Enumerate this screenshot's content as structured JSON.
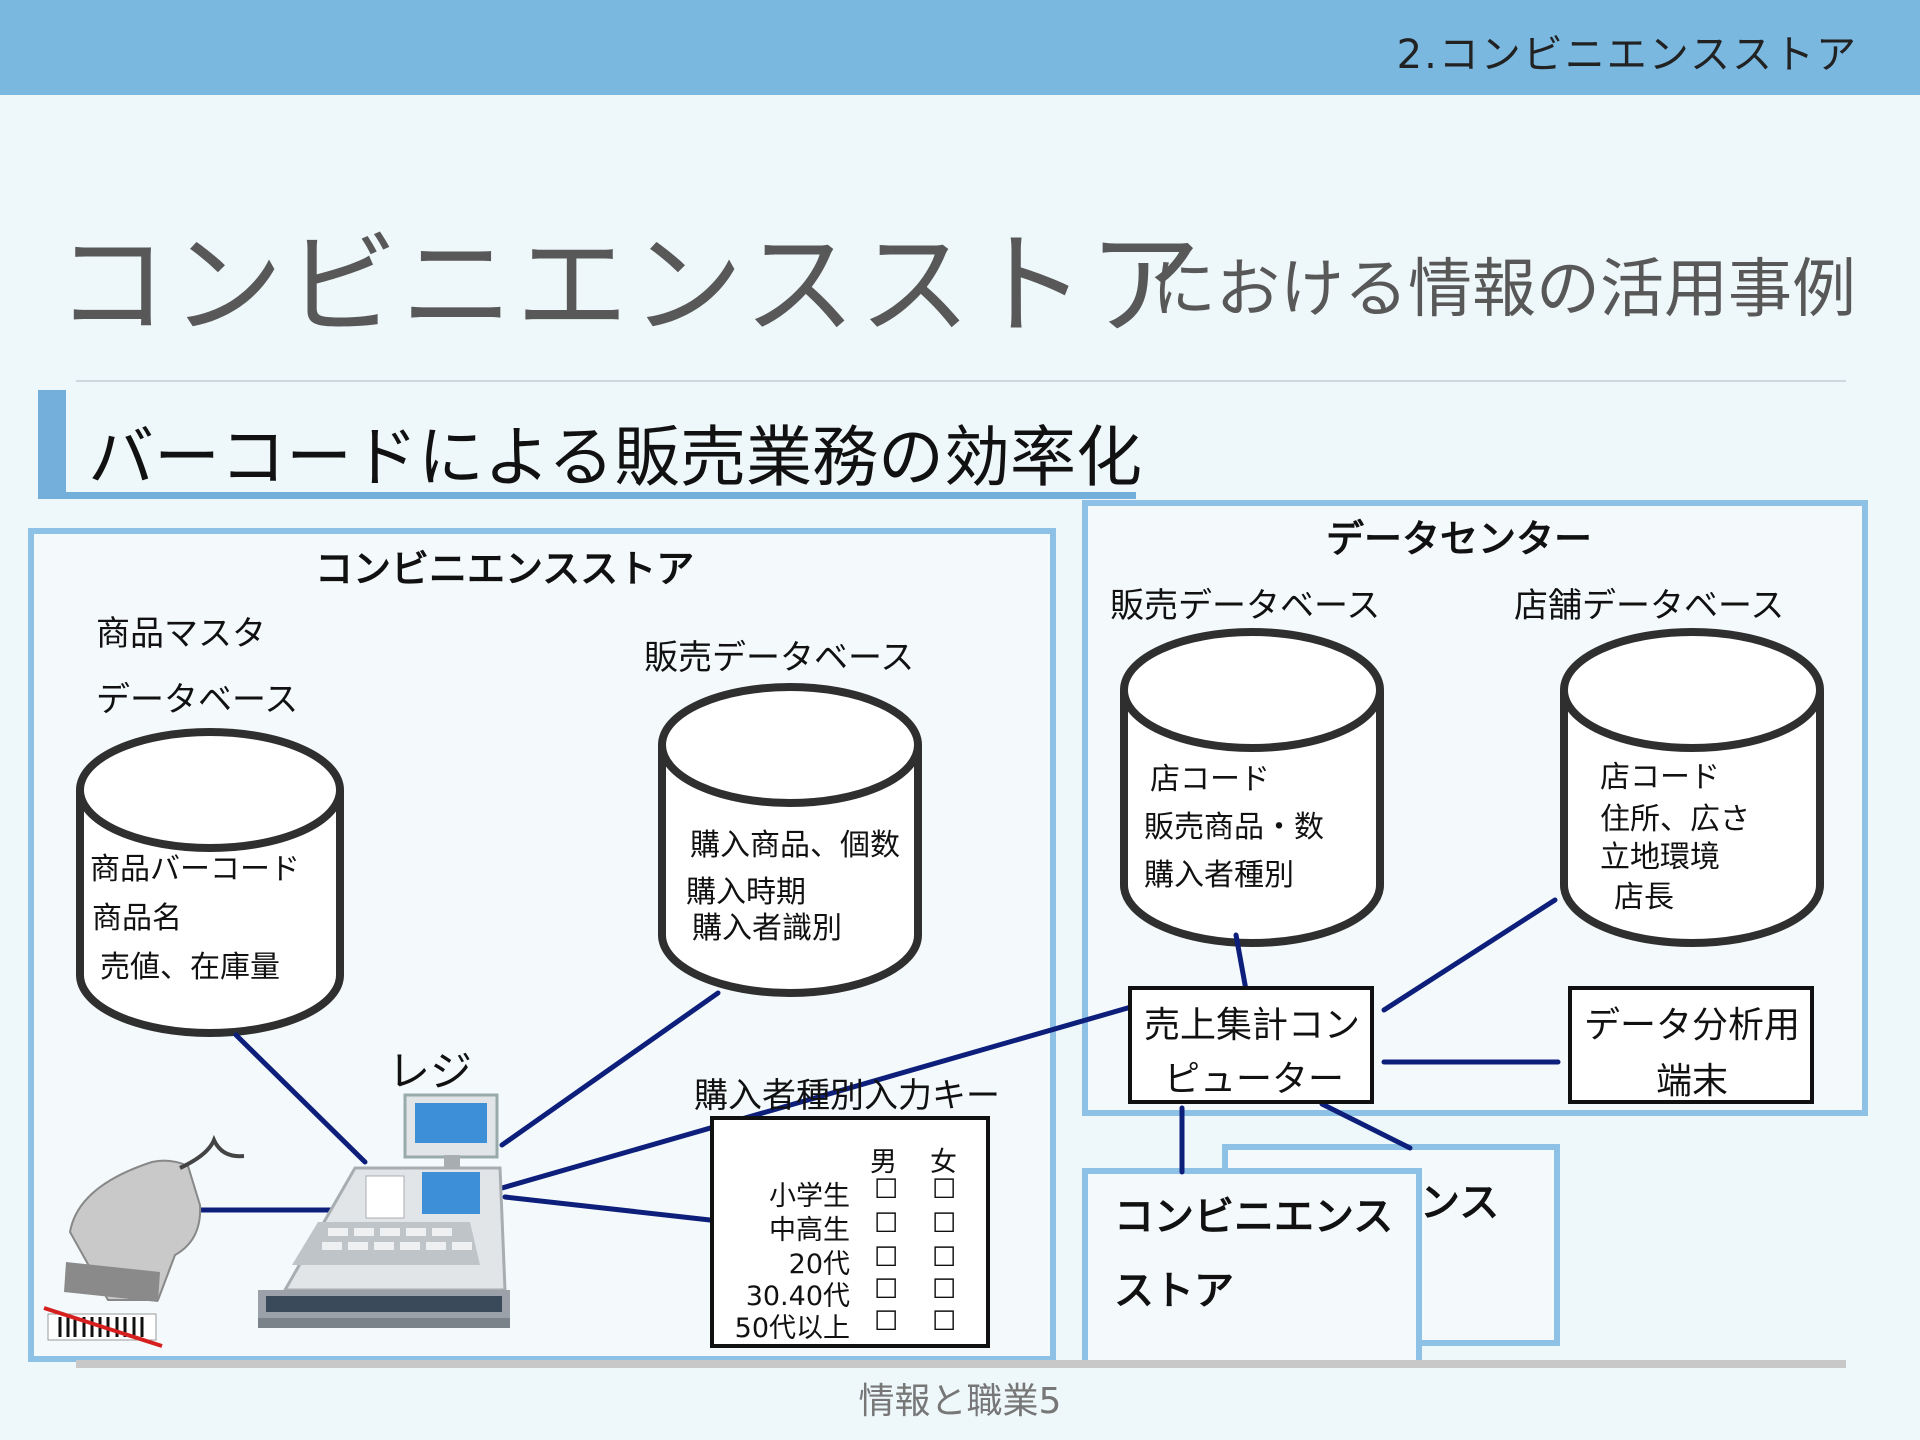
{
  "header": {
    "section": "2.コンビニエンスストア"
  },
  "title": {
    "main": "コンビニエンスストア",
    "sub": "における情報の活用事例"
  },
  "section_title": "バーコードによる販売業務の効率化",
  "store": {
    "title": "コンビニエンスストア",
    "product_db": {
      "label_line1": "商品マスタ",
      "label_line2": "データベース",
      "items": [
        "商品バーコード",
        "商品名",
        "売値、在庫量"
      ]
    },
    "sales_db": {
      "label": "販売データベース",
      "items": [
        "購入商品、個数",
        "購入時期",
        "購入者識別"
      ]
    },
    "register_label": "レジ",
    "key_input": {
      "label": "購入者種別入力キー",
      "headers": [
        "男",
        "女"
      ],
      "rows": [
        "小学生",
        "中高生",
        "20代",
        "30.40代",
        "50代以上"
      ],
      "checkbox": "☐"
    }
  },
  "datacenter": {
    "title": "データセンター",
    "sales_db": {
      "label": "販売データベース",
      "items": [
        "店コード",
        "販売商品・数",
        "購入者種別"
      ]
    },
    "store_db": {
      "label": "店舗データベース",
      "items": [
        "店コード",
        "住所、広さ",
        "立地環境",
        "店長"
      ]
    },
    "aggregator": {
      "line1": "売上集計コン",
      "line2": "ピューター"
    },
    "analysis": {
      "line1": "データ分析用",
      "line2": "端末"
    }
  },
  "other_stores": {
    "front_line1": "コンビニエンス",
    "front_line2": "ストア",
    "back_partial": "ンス"
  },
  "footer": "情報と職業5",
  "colors": {
    "header": "#7ab8e0",
    "panel_border": "#8dc2e6",
    "connector": "#0d1f7a",
    "title_text": "#585858"
  }
}
